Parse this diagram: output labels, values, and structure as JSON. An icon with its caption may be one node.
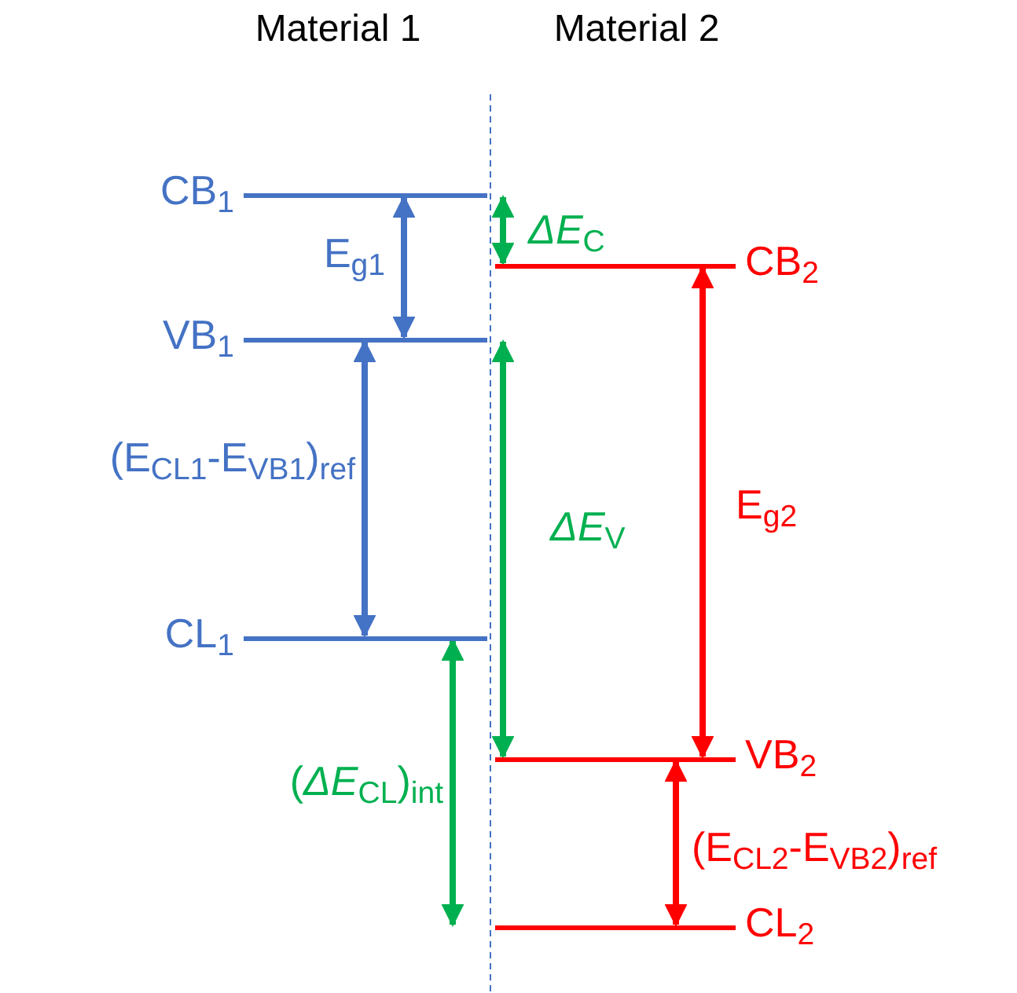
{
  "diagram": {
    "nodes": [
      {
        "text": [],
        "shape": "bar",
        "beside": [
          "CB$_{1}$"
        ]
      },
      {
        "text": [],
        "shape": "bar",
        "beside": [
          "VB$_{1}$"
        ]
      },
      {
        "text": [],
        "shape": "bar",
        "beside": [
          "CL$_{1}$"
        ]
      },
      {
        "text": [],
        "shape": "bar",
        "beside": [
          "CB$_{2}$"
        ]
      },
      {
        "text": [],
        "shape": "bar",
        "beside": [
          "VB$_{2}$"
        ]
      },
      {
        "text": [],
        "shape": "bar",
        "beside": [
          "CL$_{2}$"
        ]
      }
    ],
    "edges": [
      {
        "from": 0,
        "to": 1,
        "arrow": "both",
        "label": "E$_{g1}$",
        "color": "#4472c4"
      },
      {
        "from": 1,
        "to": 2,
        "arrow": "both",
        "label": "(E$_{CL1}$-E$_{VB1}$)$_{ref}$",
        "color": "#4472c4"
      },
      {
        "from": 0,
        "to": 3,
        "arrow": "both",
        "label": "*ΔE*$_{C}$"
      },
      {
        "from": 1,
        "to": 4,
        "arrow": "both",
        "label": "*ΔE*$_{V}$"
      },
      {
        "from": 2,
        "to": 5,
        "arrow": "both",
        "label": "(*ΔE*$_{CL}$)$_{int}$"
      },
      {
        "from": 3,
        "to": 4,
        "arrow": "both",
        "label": "E$_{g2}$",
        "color": "#ff0000"
      },
      {
        "from": 4,
        "to": 5,
        "arrow": "both",
        "label": "(E$_{CL2}$-E$_{VB2}$)$_{ref}$",
        "color": "#ff0000"
      }
    ],
    "labels": [
      "Material 1",
      "Material 2"
    ]
  }
}
